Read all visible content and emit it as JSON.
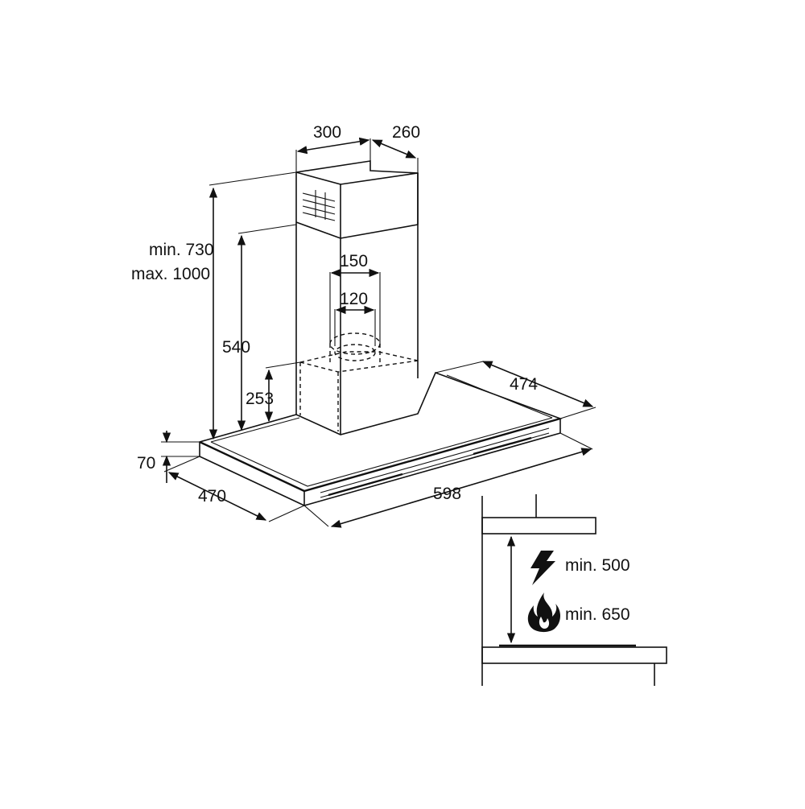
{
  "dimensions": {
    "chimney_width": "300",
    "chimney_depth": "260",
    "height_range_min": "min. 730",
    "height_range_max": "max. 1000",
    "chimney_lower_height": "540",
    "outlet_outer_diameter": "150",
    "outlet_inner_diameter": "120",
    "motor_housing_height": "253",
    "hood_thickness": "70",
    "hood_depth": "470",
    "hood_width": "598",
    "hood_depth_rear": "474"
  },
  "clearance": {
    "electric_min": "min. 500",
    "gas_min": "min. 650",
    "electric_icon": "lightning-icon",
    "gas_icon": "flame-icon"
  }
}
